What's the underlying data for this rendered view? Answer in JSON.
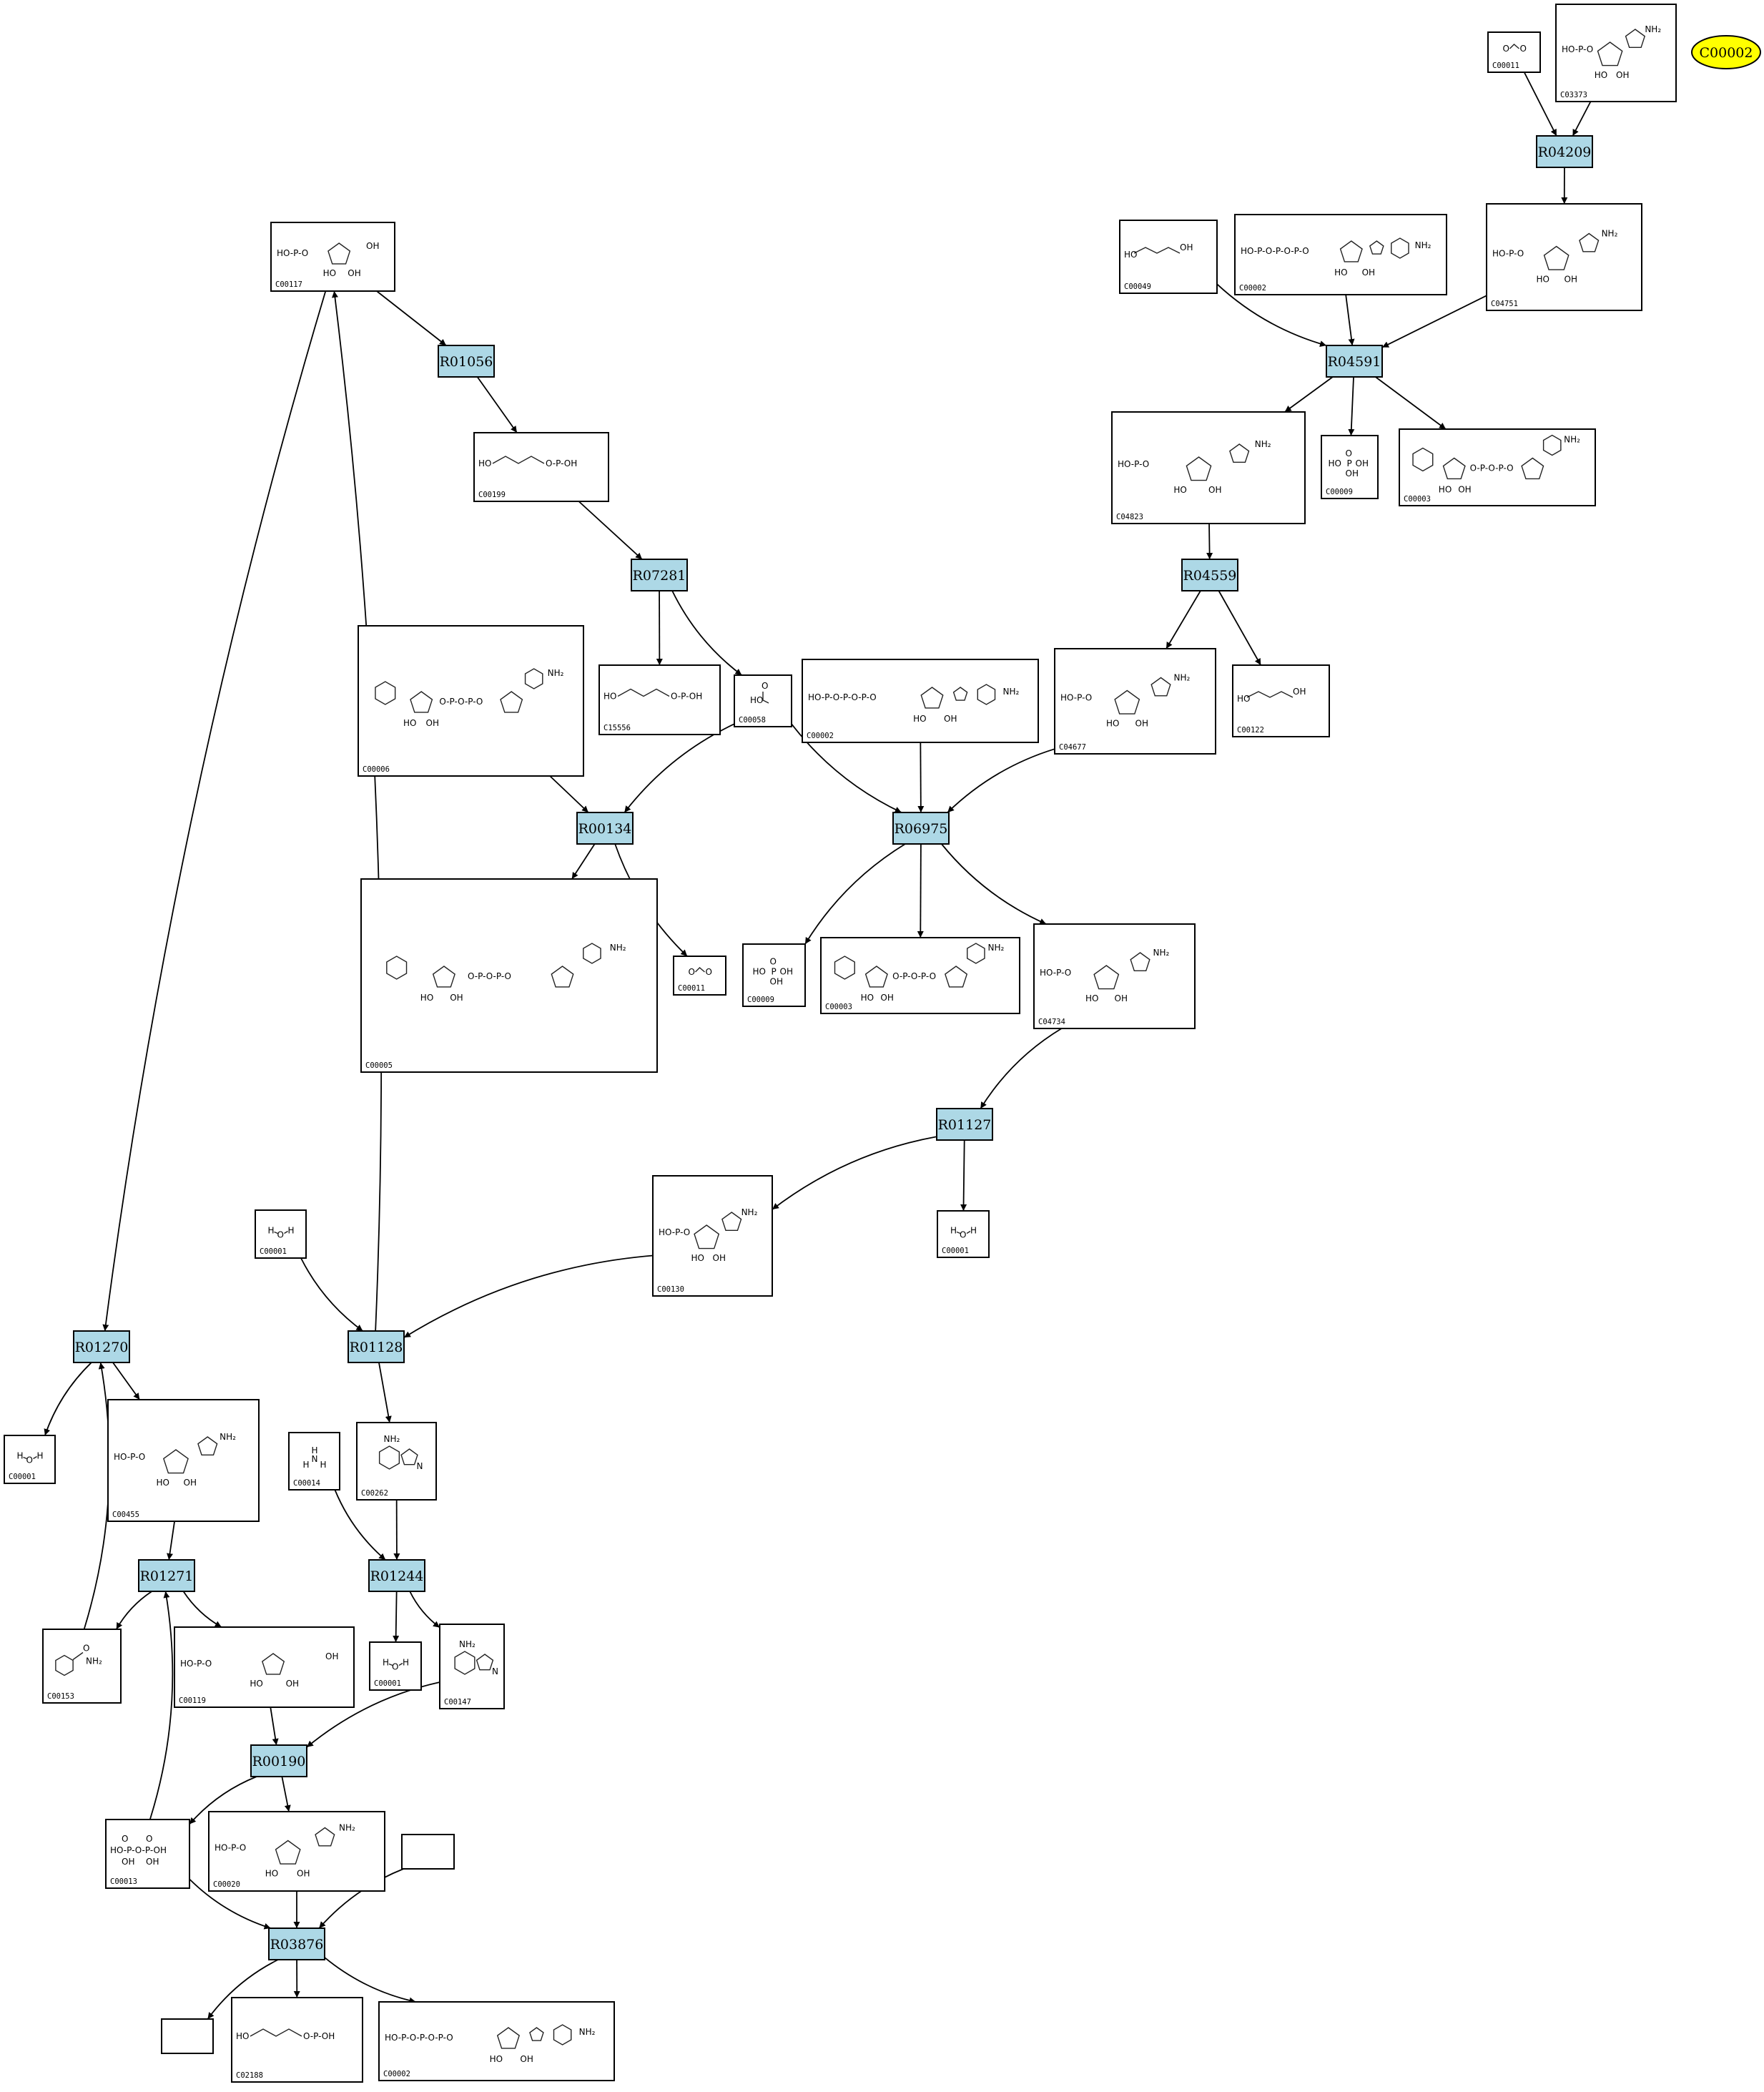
{
  "highlight": {
    "label": "C00002",
    "color": "#ffff00"
  },
  "colors": {
    "reaction_fill": "#add8e6",
    "compound_fill": "#ffffff",
    "stroke": "#000000"
  },
  "reactions": [
    {
      "id": "R04209"
    },
    {
      "id": "R04591"
    },
    {
      "id": "R04559"
    },
    {
      "id": "R01056"
    },
    {
      "id": "R07281"
    },
    {
      "id": "R00134"
    },
    {
      "id": "R06975"
    },
    {
      "id": "R01127"
    },
    {
      "id": "R01270"
    },
    {
      "id": "R01128"
    },
    {
      "id": "R01271"
    },
    {
      "id": "R01244"
    },
    {
      "id": "R00190"
    },
    {
      "id": "R03876"
    }
  ],
  "compounds": [
    {
      "label": "C00011",
      "mol": "co2"
    },
    {
      "label": "C03373",
      "mol": "nucleotide"
    },
    {
      "label": "C00049",
      "mol": "diacid"
    },
    {
      "label": "C00002",
      "mol": "triphos"
    },
    {
      "label": "C04751",
      "mol": "nucleotide"
    },
    {
      "label": "C04823",
      "mol": "nucleotide"
    },
    {
      "label": "C00009",
      "mol": "phosphate"
    },
    {
      "label": "C00003",
      "mol": "dinuc"
    },
    {
      "label": "C04677",
      "mol": "nucleotide"
    },
    {
      "label": "C00122",
      "mol": "diacid"
    },
    {
      "label": "C00117",
      "mol": "sugarp"
    },
    {
      "label": "C00199",
      "mol": "chain"
    },
    {
      "label": "C00006",
      "mol": "dinuc"
    },
    {
      "label": "C15556",
      "mol": "chain"
    },
    {
      "label": "C00058",
      "mol": "formate"
    },
    {
      "label": "C00002",
      "mol": "triphos"
    },
    {
      "label": "C00005",
      "mol": "dinuc"
    },
    {
      "label": "C00011",
      "mol": "co2"
    },
    {
      "label": "C00009",
      "mol": "phosphate"
    },
    {
      "label": "C00003",
      "mol": "dinuc"
    },
    {
      "label": "C04734",
      "mol": "nucleotide"
    },
    {
      "label": "C00130",
      "mol": "nucleotide"
    },
    {
      "label": "C00001",
      "mol": "water"
    },
    {
      "label": "C00001",
      "mol": "water"
    },
    {
      "label": "C00001",
      "mol": "water"
    },
    {
      "label": "C00455",
      "mol": "nucleotide"
    },
    {
      "label": "C00014",
      "mol": "ammonia"
    },
    {
      "label": "C00262",
      "mol": "purine"
    },
    {
      "label": "C00153",
      "mol": "pyridine"
    },
    {
      "label": "C00119",
      "mol": "sugarp"
    },
    {
      "label": "C00001",
      "mol": "water"
    },
    {
      "label": "C00147",
      "mol": "purine"
    },
    {
      "label": "C00013",
      "mol": "diphosphate"
    },
    {
      "label": "C00020",
      "mol": "nucleotide"
    },
    {
      "label": "",
      "mol": "none"
    },
    {
      "label": "",
      "mol": "none"
    },
    {
      "label": "C02188",
      "mol": "chain"
    },
    {
      "label": "C00002",
      "mol": "triphos"
    }
  ]
}
